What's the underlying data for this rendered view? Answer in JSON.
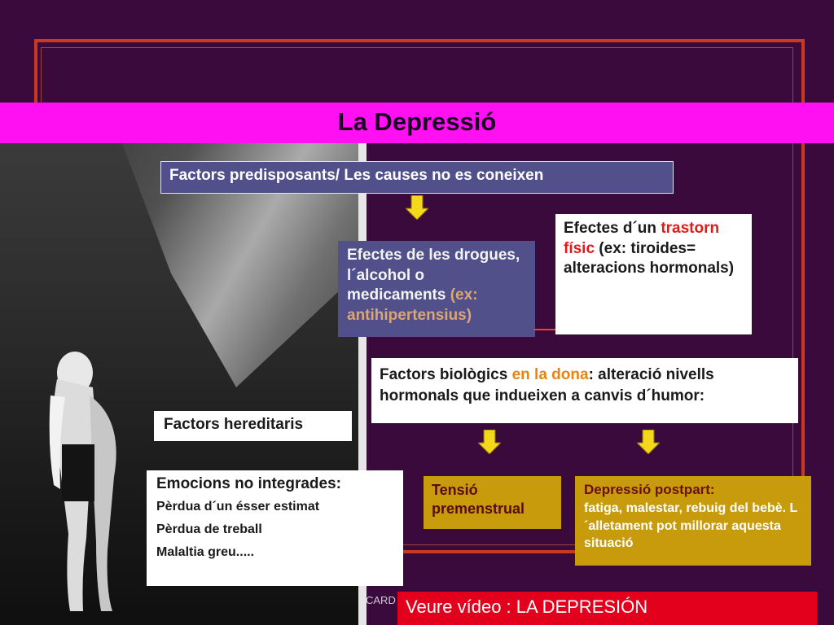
{
  "slide": {
    "title": "La Depressió",
    "causes": "Factors predisposants/ Les causes no es coneixen",
    "drugs": {
      "text": "Efectes de les drogues, l´alcohol o medicaments ",
      "example": "(ex: antihipertensius)"
    },
    "physical": {
      "prefix": "Efectes d´un ",
      "highlight": "trastorn físic",
      "suffix": " (ex: tiroides= alteracions hormonals)"
    },
    "biological": {
      "prefix": "Factors biològics ",
      "highlight": "en la dona",
      "suffix": ": alteració nivells hormonals que indueixen a canvis d´humor:"
    },
    "hereditary": "Factors hereditaris",
    "emotions": {
      "title": "Emocions no integrades:",
      "items": [
        "Pèrdua d´un ésser estimat",
        "Pèrdua de treball",
        "Malaltia greu....."
      ]
    },
    "tension": "Tensió premenstrual",
    "postpartum": {
      "title": "Depressió postpart:",
      "text": "fatiga, malestar, rebuig del bebè. L´alletament pot millorar aquesta situació"
    },
    "video_link": "Veure vídeo : LA DEPRESIÓN",
    "card_text": "CARD"
  },
  "colors": {
    "background": "#3a0a3c",
    "title_bar": "#ff10f2",
    "frame": "#c8391e",
    "blue_box": "#51508a",
    "gold_box": "#c79b0b",
    "arrow": "#f4d81c",
    "video_bar": "#e3001d"
  }
}
